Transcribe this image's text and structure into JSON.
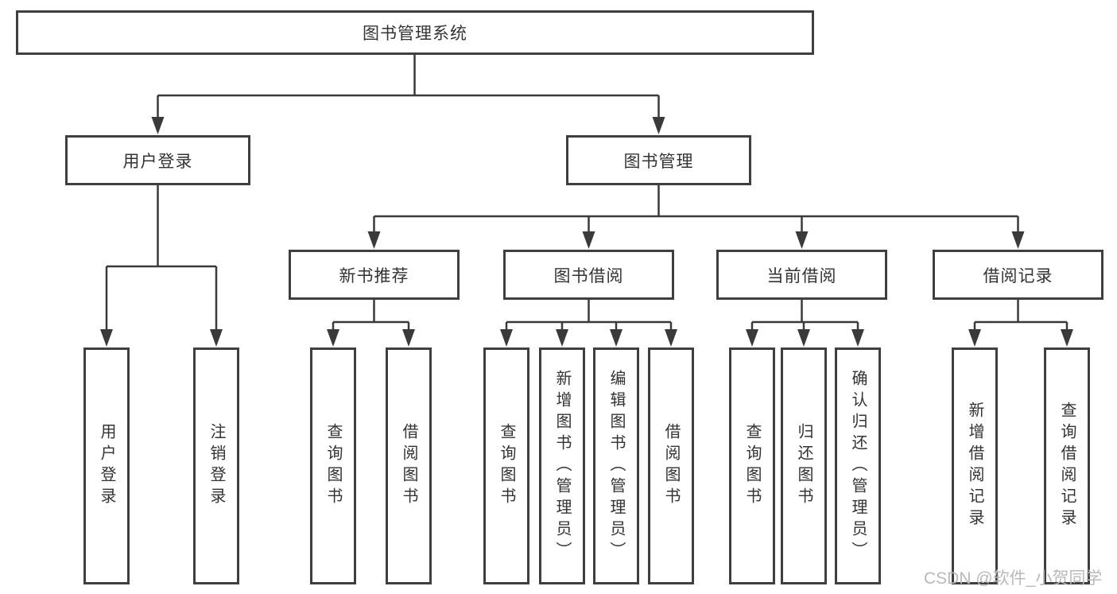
{
  "diagram": {
    "root": {
      "label": "图书管理系统"
    },
    "branches": {
      "user_login": {
        "label": "用户登录",
        "children": {
          "login": "用户登录",
          "logout": "注销登录"
        }
      },
      "book_management": {
        "label": "图书管理",
        "children": {
          "new_book_recommend": {
            "label": "新书推荐",
            "children": {
              "query_books": "查询图书",
              "borrow_books": "借阅图书"
            }
          },
          "book_borrow": {
            "label": "图书借阅",
            "children": {
              "query_books": "查询图书",
              "add_books": "新增图书（管理员）",
              "edit_books": "编辑图书（管理员）",
              "borrow_books": "借阅图书"
            }
          },
          "current_borrow": {
            "label": "当前借阅",
            "children": {
              "query_books": "查询图书",
              "return_books": "归还图书",
              "confirm_return": "确认归还（管理员）"
            }
          },
          "borrow_records": {
            "label": "借阅记录",
            "children": {
              "add_record": "新增借阅记录",
              "query_record": "查询借阅记录"
            }
          }
        }
      }
    }
  },
  "watermark": "CSDN @软件_小贺同学",
  "colors": {
    "line": "#3a3a3a",
    "border": "#3f3f3f",
    "text": "#333333",
    "watermark": "#b9b9b9",
    "background": "#ffffff"
  }
}
